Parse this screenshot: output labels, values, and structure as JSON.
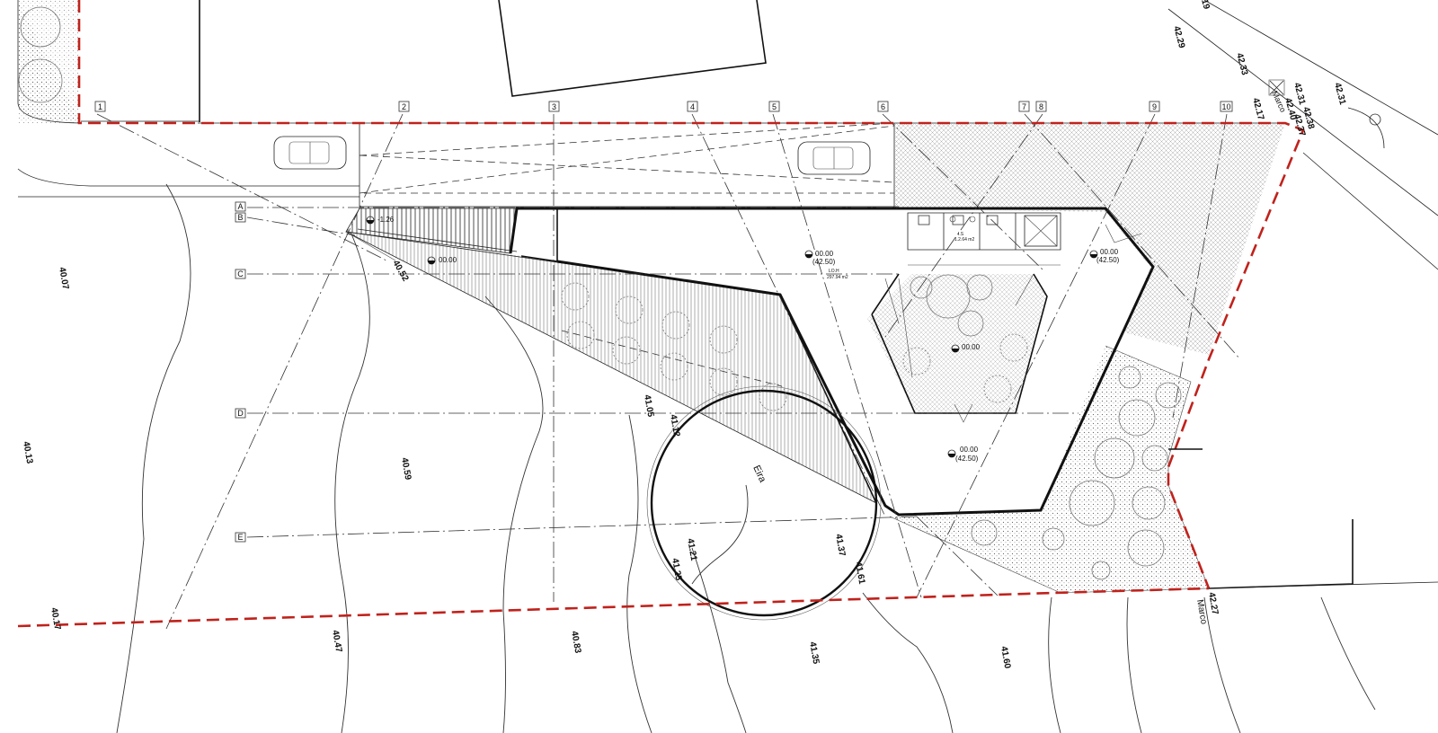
{
  "drawing": {
    "grid_columns": [
      "1",
      "2",
      "3",
      "4",
      "5",
      "6",
      "7",
      "8",
      "9",
      "10"
    ],
    "grid_rows": [
      "A",
      "B",
      "C",
      "D",
      "E"
    ],
    "elevations": {
      "e_40_07": "40.07",
      "e_40_13": "40.13",
      "e_40_17": "40.17",
      "e_40_47": "40.47",
      "e_40_52": "40.52",
      "e_40_59": "40.59",
      "e_40_83": "40.83",
      "e_41_05": "41.05",
      "e_41_12": "41.12",
      "e_41_21": "41.21",
      "e_41_25": "41.25",
      "e_41_35": "41.35",
      "e_41_37": "41.37",
      "e_41_61": "41.61",
      "e_41_60": "41.60",
      "e_42_27": "42.27",
      "e_42_29": "42.29",
      "e_42_33": "42.33",
      "e_42_31a": "42.31",
      "e_42_31b": "42.31",
      "e_42_40": "42.40",
      "e_42_38": "42.38",
      "e_42_37": "42.37",
      "e_42_17": "42.17",
      "e_19": "19"
    },
    "level_marks": {
      "stair": "-1.26",
      "terrace": "00.00",
      "hall": "00.00",
      "hall_abs": "(42.50)",
      "east": "00.00",
      "east_abs": "(42.50)",
      "plaza": "00.00",
      "south": "00.00",
      "south_abs": "(42.50)"
    },
    "labels": {
      "eira": "Eira",
      "marco_s": "Marco",
      "marco_n": "Marco",
      "hall_note_1": "LO.H",
      "hall_note_2": "297.94 m2",
      "wc_note_1": "I.S",
      "wc_note_2": "1.2.64 m2"
    }
  }
}
